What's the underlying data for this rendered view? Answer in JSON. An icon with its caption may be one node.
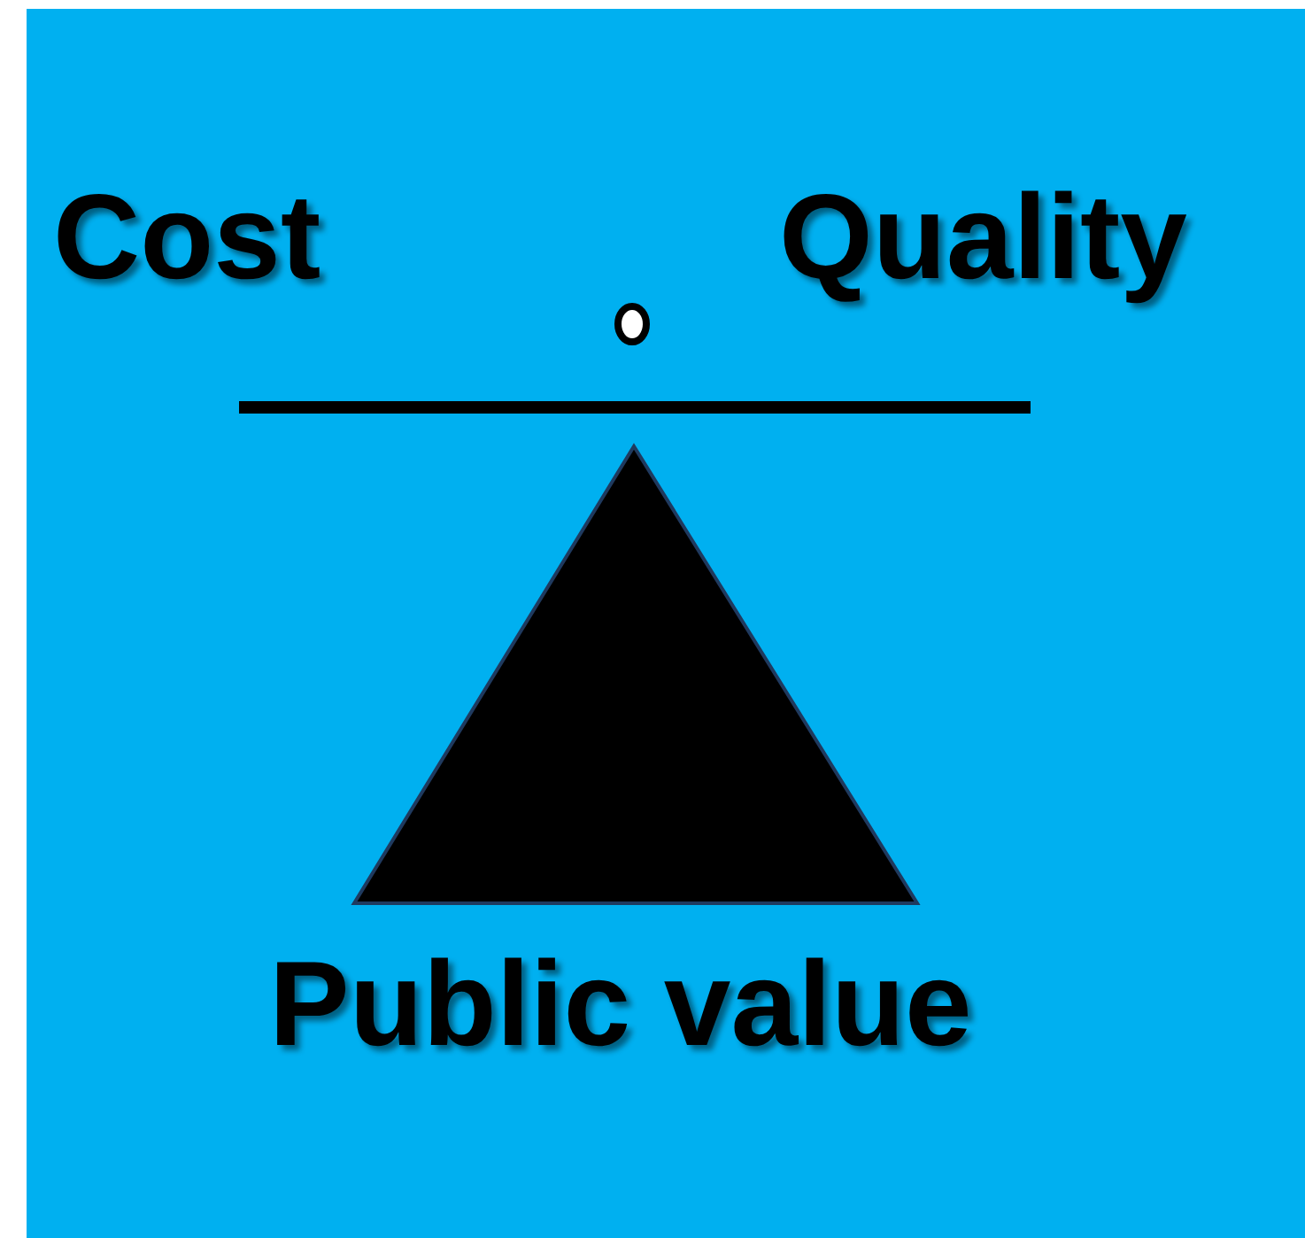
{
  "diagram": {
    "labels": [
      "Cost",
      "Quality",
      "Public value"
    ]
  }
}
